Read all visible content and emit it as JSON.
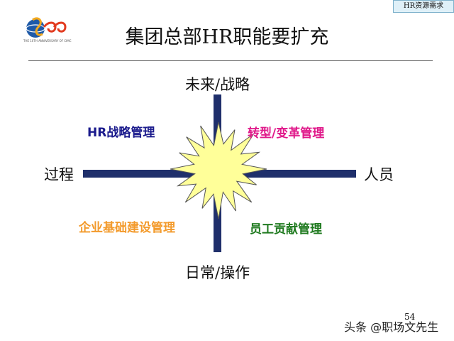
{
  "header": {
    "tag": "HR资源需求",
    "title": "集团总部HR职能要扩充"
  },
  "logo": {
    "caption": "THE 10TH ANNIVERSARY OF CIMC"
  },
  "axes": {
    "top": "未来/战略",
    "bottom": "日常/操作",
    "left": "过程",
    "right": "人员"
  },
  "quadrants": {
    "top_left": {
      "label": "HR战略管理",
      "color": "#1a1a8c"
    },
    "top_right": {
      "label": "转型/变革管理",
      "color": "#e0198a"
    },
    "bottom_left": {
      "label": "企业基础建设管理",
      "color": "#f39a2b"
    },
    "bottom_right": {
      "label": "员工贡献管理",
      "color": "#1f7a1f"
    }
  },
  "colors": {
    "axis": "#1f2f6b",
    "star_fill": "#ffff99",
    "star_stroke": "#555555"
  },
  "footer": {
    "page_number": "54",
    "watermark": "头条 @职场文先生"
  }
}
